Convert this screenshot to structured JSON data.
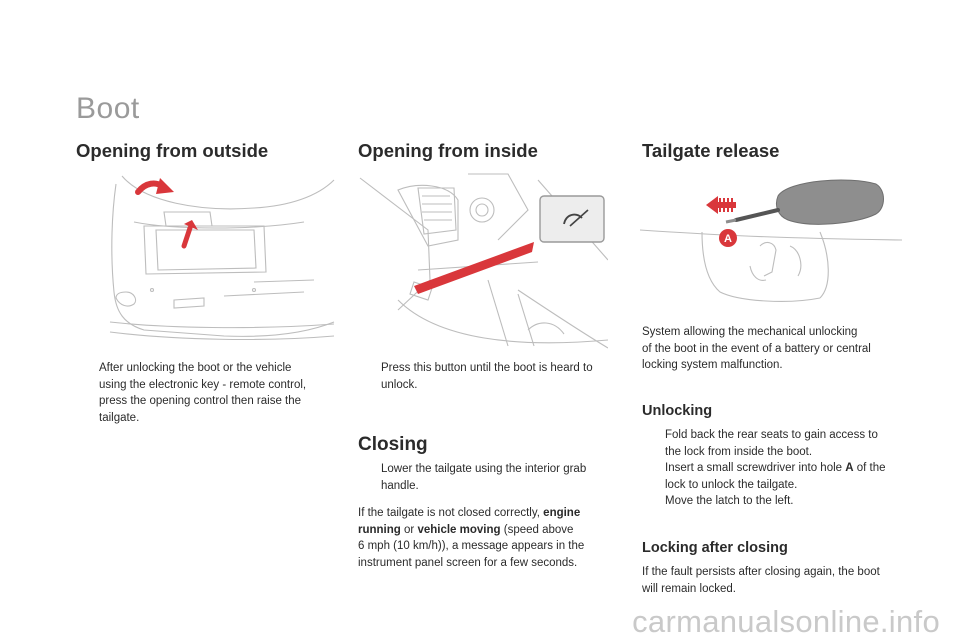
{
  "page": {
    "title": "Boot"
  },
  "col1": {
    "heading": "Opening from outside",
    "bullet_mark": "",
    "line1": "After unlocking the boot or the vehicle",
    "line2": "using the electronic key - remote control,",
    "line3": "press the opening control then raise the",
    "line4": "tailgate."
  },
  "col2": {
    "heading": "Opening from inside",
    "bullet_mark": "",
    "line1": "Press this button until the boot is heard to",
    "line2": "unlock.",
    "closing_heading": "Closing",
    "closing_line1": "Lower the tailgate using the interior grab",
    "closing_line2": "handle.",
    "note_intro": "If the tailgate is not closed correctly,",
    "note_bold1_line1": "engine",
    "note_bold1_line2": "running",
    "note_or": "or",
    "note_bold2": "vehicle moving",
    "note_speed": "(speed above",
    "note_line3": "6 mph (10 km/h)), a message appears in the",
    "note_line4": "instrument panel screen for a few seconds."
  },
  "col3": {
    "heading": "Tailgate release",
    "callout": "A",
    "intro_line1": "System allowing the mechanical unlocking",
    "intro_line2": "of the boot in the event of a battery or central",
    "intro_line3": "locking system malfunction.",
    "unlocking_heading": "Unlocking",
    "bullet_mark": "",
    "u1_line1": "Fold back the rear seats to gain access to",
    "u1_line2": "the lock from inside the boot.",
    "u2_pre": "Insert a small screwdriver into hole",
    "u2_bold": "A",
    "u2_post": "of the",
    "u2_line2": "lock to unlock the tailgate.",
    "u3_line1": "Move the latch to the left.",
    "locking_heading": "Locking after closing",
    "locking_line1": "If the fault persists after closing again, the boot",
    "locking_line2": "will remain locked."
  },
  "watermark": {
    "text": "carmanualsonline.info"
  }
}
